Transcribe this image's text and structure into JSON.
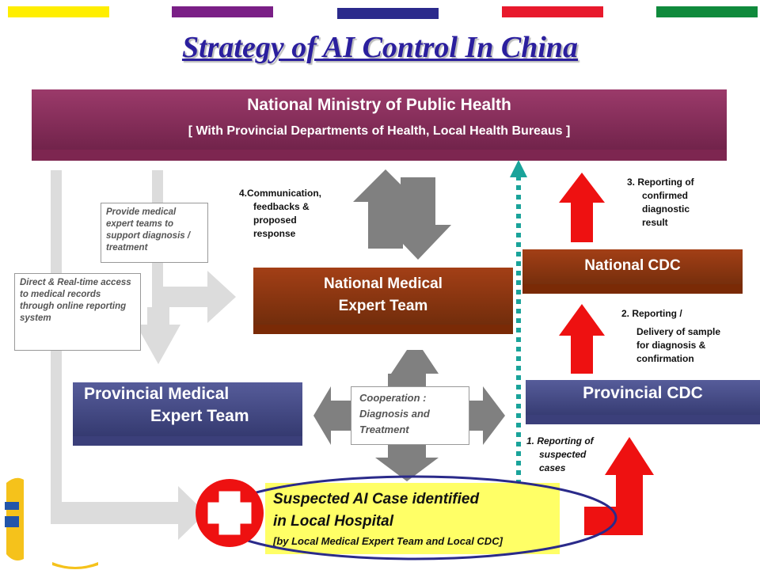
{
  "title": "Strategy of AI Control In China",
  "top_bar_colors": [
    "#ffee00",
    "#7a1f86",
    "#2b2a8c",
    "#e8192c",
    "#0f8a3c"
  ],
  "ministry": {
    "title": "National Ministry of Public Health",
    "subtitle": "[ With Provincial Departments of Health, Local Health Bureaus ]"
  },
  "national_expert_team": {
    "line1": "National Medical",
    "line2": "Expert Team"
  },
  "national_cdc": {
    "label": "National CDC"
  },
  "provincial_expert_team": {
    "line1": "Provincial Medical",
    "line2": "Expert Team"
  },
  "provincial_cdc": {
    "label": "Provincial CDC"
  },
  "notes": {
    "provide_experts": "Provide medical expert teams to support diagnosis / treatment",
    "direct_access": "Direct & Real-time access to medical records through online reporting system",
    "communication_1": "4.Communication,",
    "communication_2": "feedbacks &",
    "communication_3": "proposed",
    "communication_4": "response",
    "reporting3_1": "3. Reporting of",
    "reporting3_2": "confirmed",
    "reporting3_3": "diagnostic",
    "reporting3_4": "result",
    "reporting2_1": "2. Reporting /",
    "reporting2_2": "Delivery of sample",
    "reporting2_3": "for diagnosis &",
    "reporting2_4": "confirmation",
    "reporting1_1": "1. Reporting of",
    "reporting1_2": "suspected",
    "reporting1_3": "cases",
    "cooperation_1": "Cooperation  :",
    "cooperation_2": "Diagnosis  and",
    "cooperation_3": "Treatment"
  },
  "case": {
    "line1": "Suspected AI Case identified",
    "line2": "in Local Hospital",
    "line3": "[by Local Medical Expert Team and Local CDC]"
  },
  "colors": {
    "title": "#2b1f9e",
    "ministry": "#7d2650",
    "national_box": "#7a2a06",
    "provincial_box": "#3b3f7a",
    "red_arrow": "#ee1111",
    "gray_arrow": "#808080",
    "dotted_line": "#1aa39a",
    "highlight": "#ffff66",
    "ellipse": "#2a2a8a"
  }
}
